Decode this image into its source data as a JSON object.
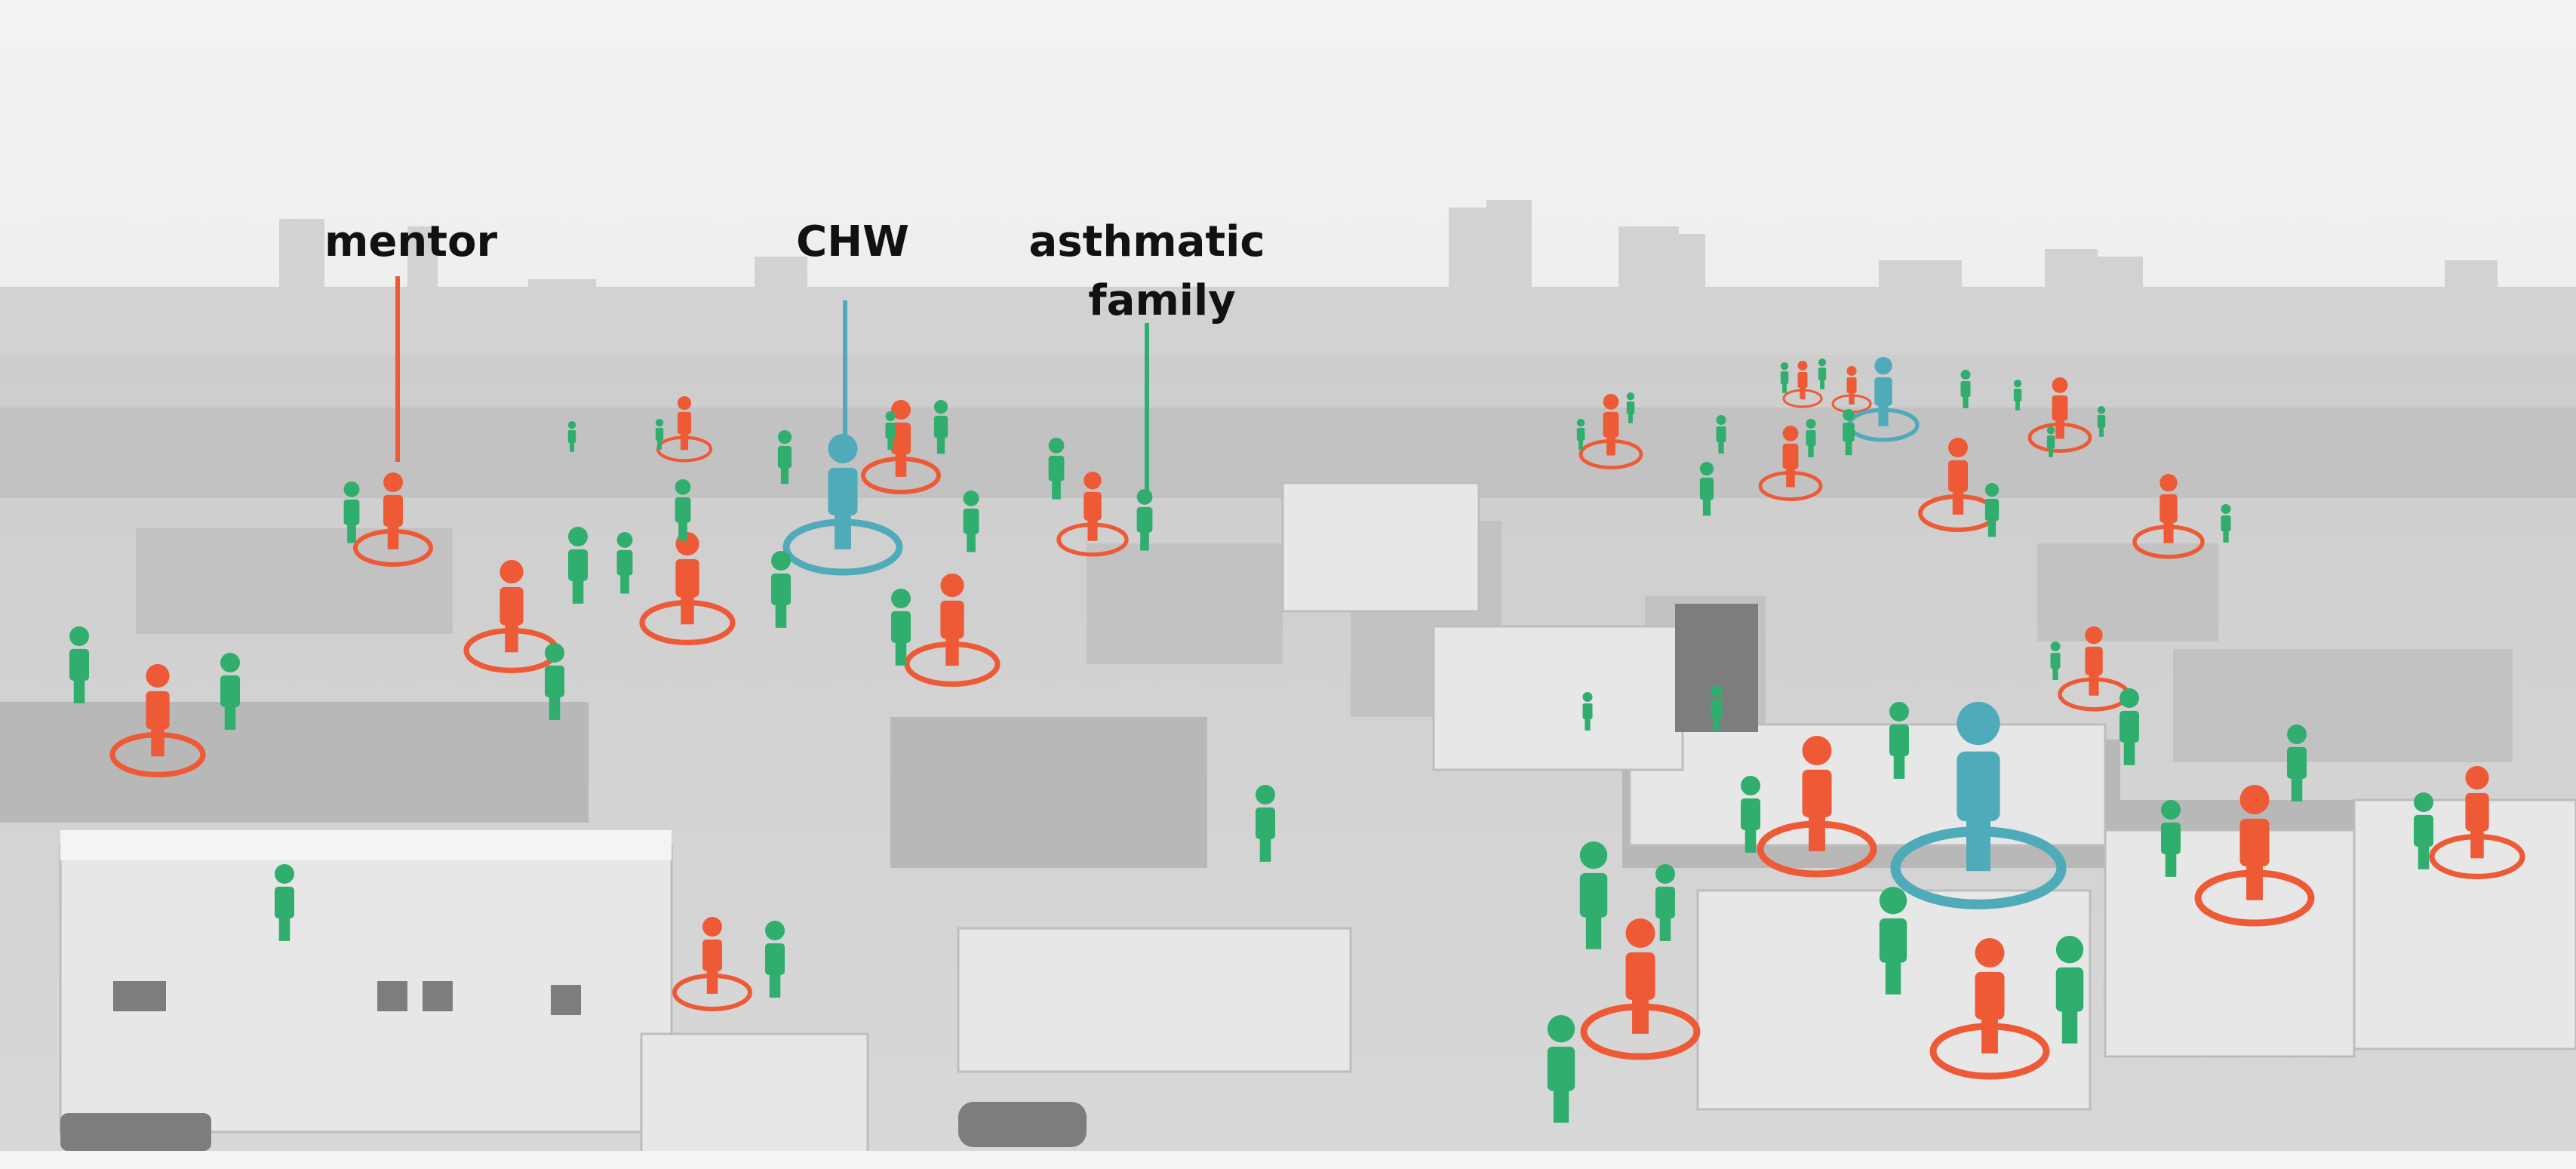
{
  "labels": {
    "mentor": "mentor",
    "chw": "CHW",
    "family_line1": "asthmatic",
    "family_line2": "family"
  },
  "colors": {
    "mentor": "#ee5a36",
    "chw": "#4fabb9",
    "family": "#2fae6e",
    "sky": "#eeeeee",
    "city": "#cfcfcf"
  },
  "legend_roles": [
    "mentor",
    "chw",
    "family"
  ]
}
